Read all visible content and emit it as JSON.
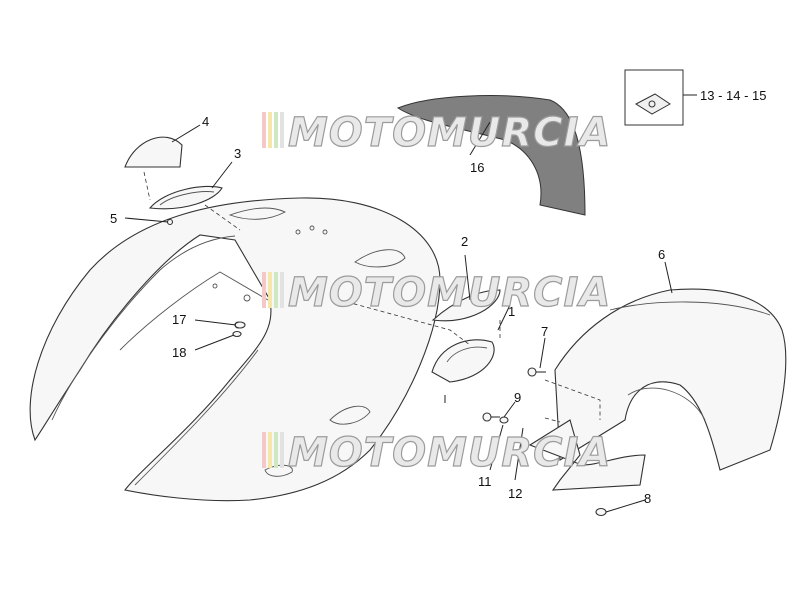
{
  "watermark": {
    "brand": "MOTOMURCIA"
  },
  "callouts": {
    "c1": "1",
    "c2": "2",
    "c3": "3",
    "c4": "4",
    "c5": "5",
    "c6": "6",
    "c7": "7",
    "c8": "8",
    "c9": "9",
    "c11": "11",
    "c12": "12",
    "c16": "16",
    "c17": "17",
    "c18": "18",
    "c13_14_15": "13 - 14 - 15"
  },
  "colors": {
    "line": "#333333",
    "part_fill": "#f7f7f7",
    "dark_part": "#808080",
    "watermark_stripes": [
      "#f4c8c8",
      "#f6e7a8",
      "#cfe8c4"
    ]
  }
}
